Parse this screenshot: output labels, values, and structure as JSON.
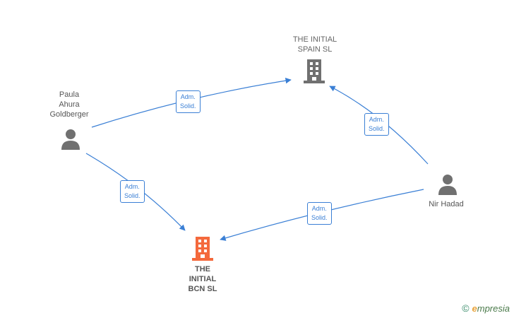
{
  "nodes": {
    "spain": {
      "label": "THE INITIAL\nSPAIN  SL",
      "color": "#707070"
    },
    "bcn": {
      "label": "THE\nINITIAL\nBCN  SL",
      "color": "#f4693c"
    },
    "paula": {
      "label": "Paula\nAhura\nGoldberger",
      "color": "#707070"
    },
    "nir": {
      "label": "Nir Hadad",
      "color": "#707070"
    }
  },
  "edges": [
    {
      "id": "paula-spain",
      "label": "Adm.\nSolid."
    },
    {
      "id": "nir-spain",
      "label": "Adm.\nSolid."
    },
    {
      "id": "paula-bcn",
      "label": "Adm.\nSolid."
    },
    {
      "id": "nir-bcn",
      "label": "Adm.\nSolid."
    }
  ],
  "edge_color": "#3a7fd5",
  "brand": {
    "copyright": "©",
    "e": "e",
    "name": "mpresia"
  }
}
